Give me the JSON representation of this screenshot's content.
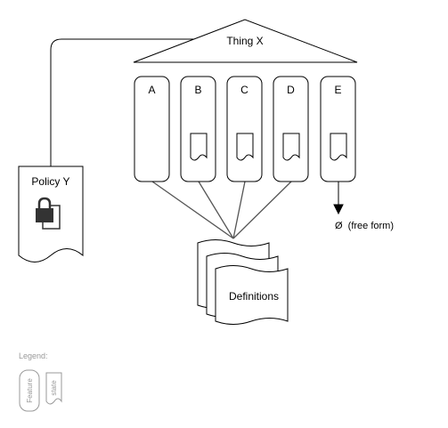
{
  "thing": {
    "label": "Thing X"
  },
  "features": [
    {
      "label": "A",
      "has_state": false
    },
    {
      "label": "B",
      "has_state": true
    },
    {
      "label": "C",
      "has_state": true
    },
    {
      "label": "D",
      "has_state": true
    },
    {
      "label": "E",
      "has_state": true
    }
  ],
  "policy": {
    "label": "Policy Y",
    "icon": "lock-icon"
  },
  "definitions": {
    "label": "Definitions"
  },
  "free_form": {
    "label": "Ø  (free form)"
  },
  "legend": {
    "title": "Legend:",
    "feature_label": "Feature",
    "state_label": "state"
  },
  "colors": {
    "stroke": "#000000",
    "connector": "#555555",
    "legend": "#999999",
    "lock": "#333333"
  }
}
